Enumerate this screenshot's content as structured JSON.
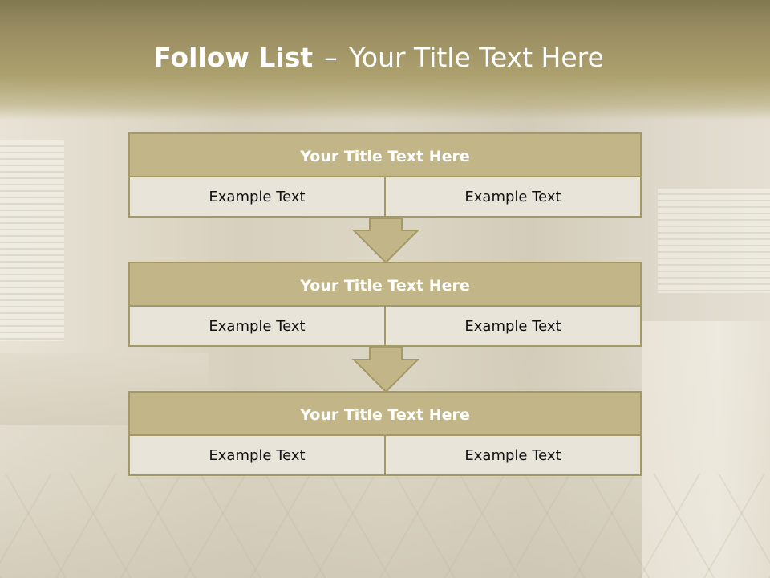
{
  "slide": {
    "title_bold": "Follow List",
    "title_separator": "–",
    "title_rest": "Your Title Text Here"
  },
  "blocks": [
    {
      "title": "Your Title Text Here",
      "left": "Example Text",
      "right": "Example Text"
    },
    {
      "title": "Your Title Text Here",
      "left": "Example Text",
      "right": "Example Text"
    },
    {
      "title": "Your Title Text Here",
      "left": "Example Text",
      "right": "Example Text"
    }
  ],
  "colors": {
    "header_fill": "#c2b587",
    "border": "#a39866",
    "cell_fill": "#e8e4da",
    "arrow_fill": "#c2b587"
  },
  "icons": [
    "down-arrow-icon",
    "down-arrow-icon"
  ]
}
